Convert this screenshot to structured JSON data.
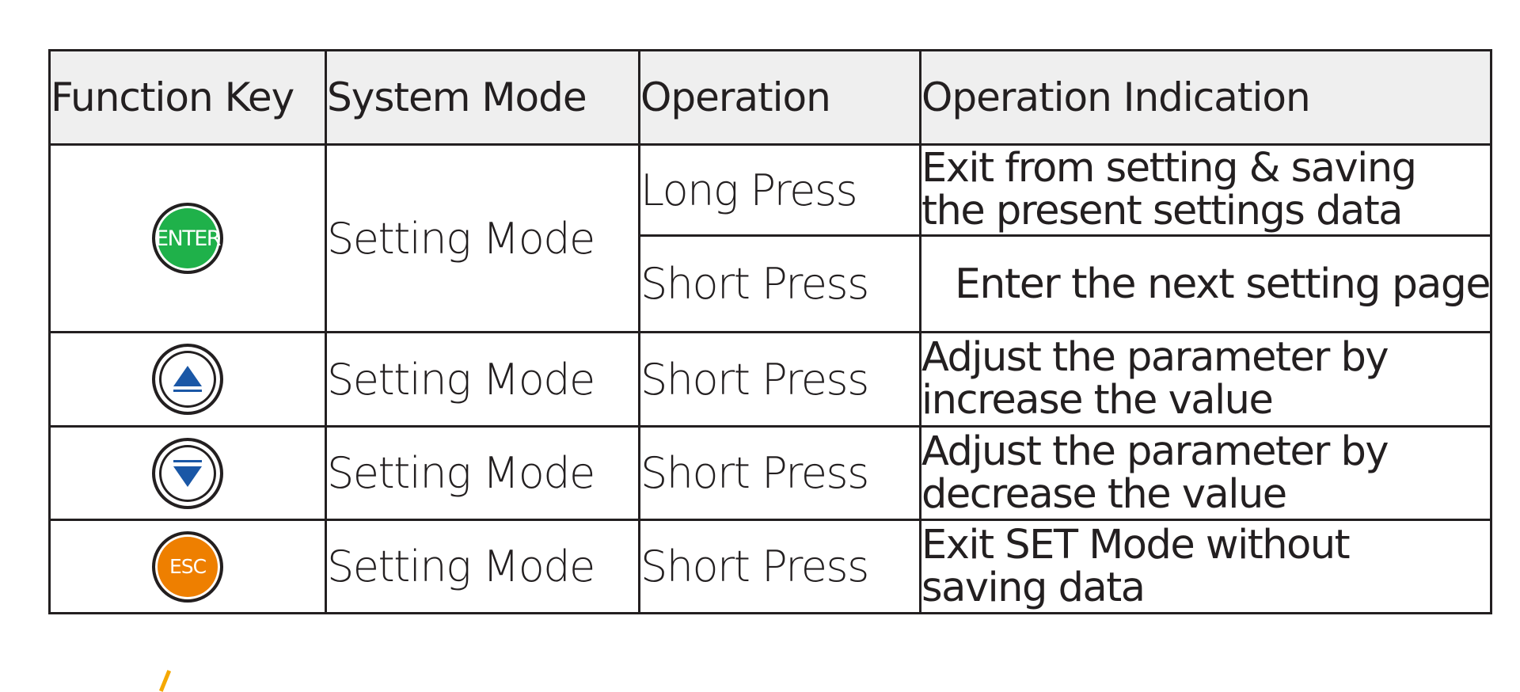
{
  "table": {
    "headers": {
      "function_key": "Function Key",
      "system_mode": "System Mode",
      "operation": "Operation",
      "operation_indication": "Operation Indication"
    },
    "rows": [
      {
        "key_label": "ENTER",
        "key_icon": "enter-button-icon",
        "system_mode": "Setting Mode",
        "ops": [
          {
            "operation": "Long Press",
            "indication": [
              "Exit from setting & saving",
              "the present settings data"
            ]
          },
          {
            "operation": "Short Press",
            "indication": [
              "Enter the next setting page"
            ]
          }
        ]
      },
      {
        "key_icon": "up-arrow-button-icon",
        "system_mode": "Setting Mode",
        "operation": "Short Press",
        "indication": [
          "Adjust the parameter by",
          "increase the value"
        ]
      },
      {
        "key_icon": "down-arrow-button-icon",
        "system_mode": "Setting Mode",
        "operation": "Short Press",
        "indication": [
          "Adjust the parameter by",
          "decrease the value"
        ]
      },
      {
        "key_label": "ESC",
        "key_icon": "esc-button-icon",
        "system_mode": "Setting Mode",
        "operation": "Short Press",
        "indication": [
          "Exit SET Mode without",
          "saving data"
        ]
      }
    ]
  },
  "colors": {
    "enter_green": "#1fb14a",
    "esc_orange": "#ee7f00",
    "arrow_blue": "#1a57a6",
    "header_bg": "#efefef",
    "border": "#231f20"
  }
}
